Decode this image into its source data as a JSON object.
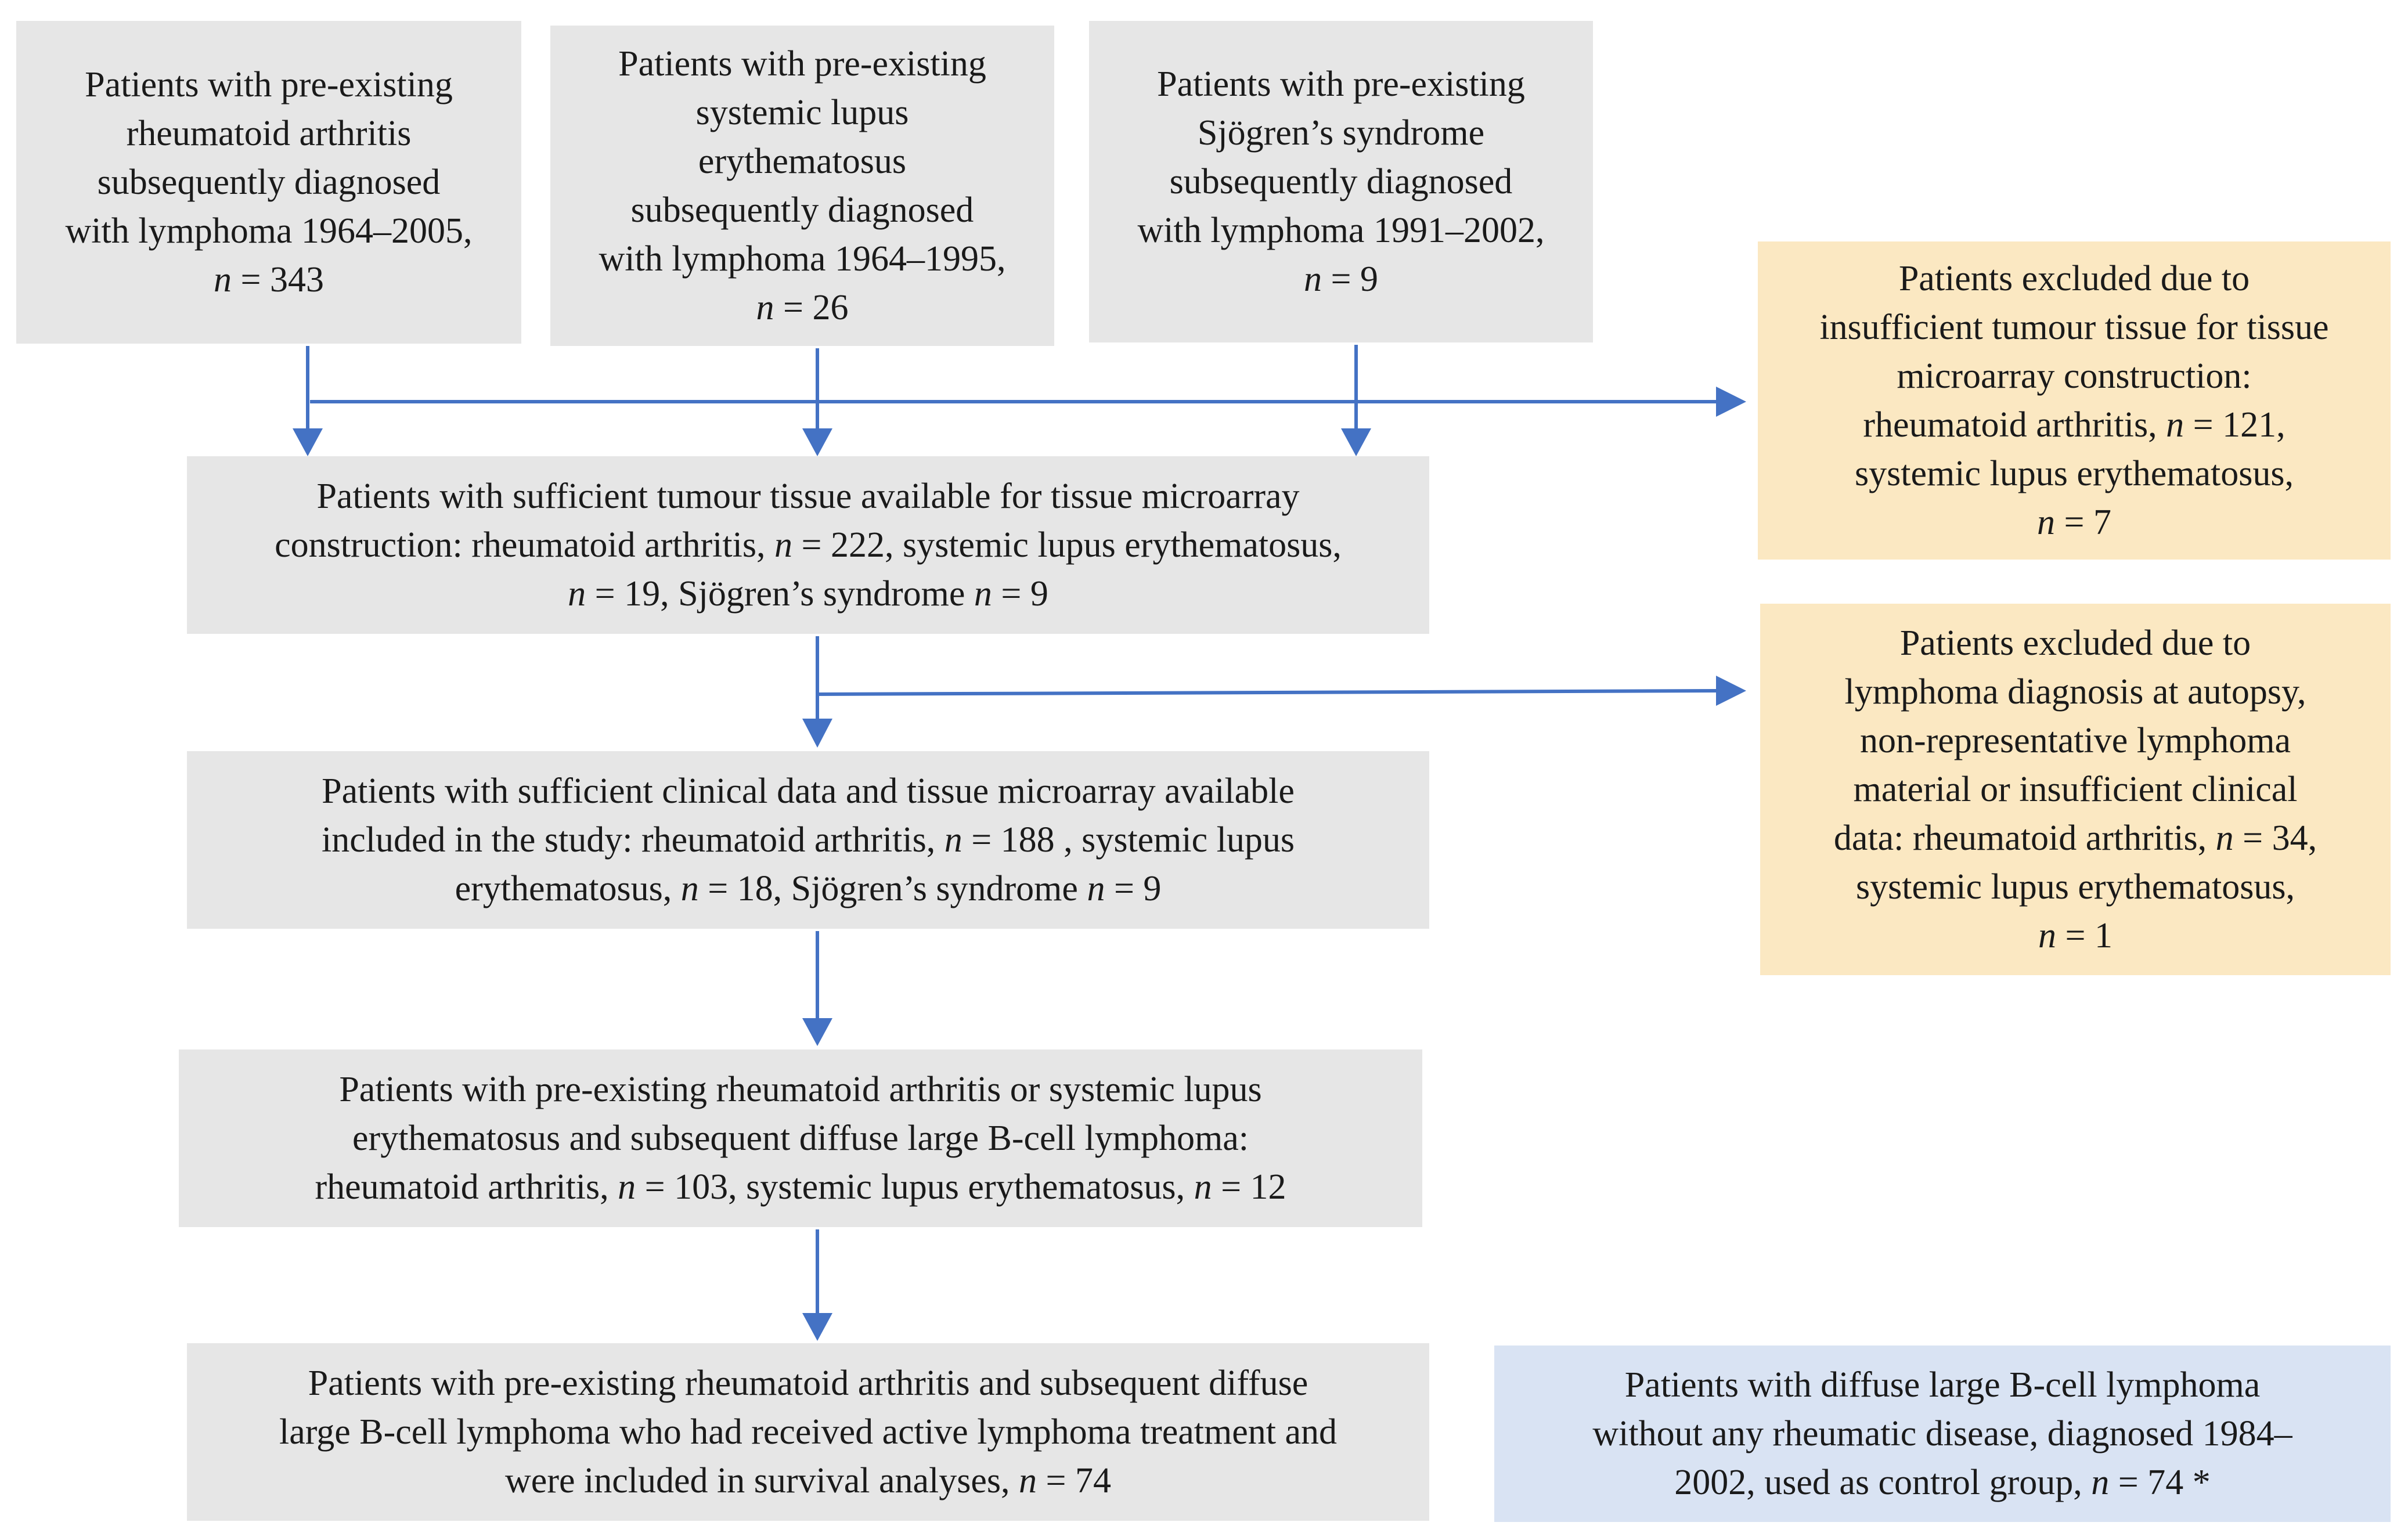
{
  "boxes": {
    "ra_source": {
      "lines": [
        "Patients with pre-existing",
        "rheumatoid arthritis",
        "subsequently diagnosed",
        "with lymphoma 1964–2005,"
      ],
      "n_label": "n",
      "n_value": " = 343"
    },
    "sle_source": {
      "lines": [
        "Patients with pre-existing",
        "systemic lupus",
        "erythematosus",
        "subsequently diagnosed",
        "with lymphoma 1964–1995,"
      ],
      "n_label": "n",
      "n_value": " = 26"
    },
    "ss_source": {
      "lines": [
        "Patients with pre-existing",
        "Sjögren’s syndrome",
        "subsequently diagnosed",
        "with lymphoma 1991–2002,"
      ],
      "n_label": "n",
      "n_value": " = 9"
    },
    "excluded_tissue": {
      "lines": [
        "Patients excluded due to",
        "insufficient tumour tissue for tissue",
        "microarray construction:"
      ],
      "l4_a": "rheumatoid arthritis, ",
      "l4_n": "n",
      "l4_b": " = 121,",
      "l5": "systemic lupus erythematosus,",
      "l6_n": "n",
      "l6_b": " = 7"
    },
    "sufficient_tissue": {
      "l1": "Patients with sufficient tumour tissue available for tissue microarray",
      "l2_a": "construction: rheumatoid arthritis, ",
      "l2_n1": "n",
      "l2_b": " = 222, systemic lupus erythematosus,",
      "l3_n1": "n",
      "l3_a": " = 19, Sjögren’s syndrome ",
      "l3_n2": "n",
      "l3_b": " = 9"
    },
    "excluded_autopsy": {
      "lines": [
        "Patients excluded due to",
        "lymphoma diagnosis at autopsy,",
        "non-representative lymphoma",
        "material or insufficient clinical"
      ],
      "l5_a": "data: rheumatoid arthritis, ",
      "l5_n": "n",
      "l5_b": " = 34,",
      "l6": "systemic lupus erythematosus,",
      "l7_n": "n",
      "l7_b": " = 1"
    },
    "included_study": {
      "l1": "Patients with sufficient clinical data and tissue microarray available",
      "l2_a": "included in the study: rheumatoid arthritis, ",
      "l2_n": "n",
      "l2_b": " = 188 , systemic lupus",
      "l3_a": "erythematosus, ",
      "l3_n1": "n",
      "l3_b": " = 18, Sjögren’s syndrome ",
      "l3_n2": "n",
      "l3_c": " = 9"
    },
    "dlbcl_subset": {
      "l1": "Patients with pre-existing rheumatoid arthritis or systemic lupus",
      "l2": "erythematosus and subsequent diffuse large B-cell lymphoma:",
      "l3_a": "rheumatoid arthritis, ",
      "l3_n1": "n",
      "l3_b": " = 103, systemic lupus erythematosus, ",
      "l3_n2": "n",
      "l3_c": " = 12"
    },
    "survival": {
      "l1": "Patients with pre-existing rheumatoid arthritis and subsequent diffuse",
      "l2": "large B-cell lymphoma who had received active lymphoma treatment and",
      "l3_a": "were included in survival analyses, ",
      "l3_n": "n",
      "l3_b": " = 74"
    },
    "control": {
      "l1": "Patients with diffuse large B-cell lymphoma",
      "l2": "without any rheumatic disease, diagnosed 1984–",
      "l3_a": "2002, used as control group, ",
      "l3_n": "n",
      "l3_b": " = 74 *"
    }
  },
  "colors": {
    "gray_box": "#e6e6e6",
    "excluded_box": "#fbe8c2",
    "control_box": "#d9e3f3",
    "arrow": "#4472c4"
  }
}
